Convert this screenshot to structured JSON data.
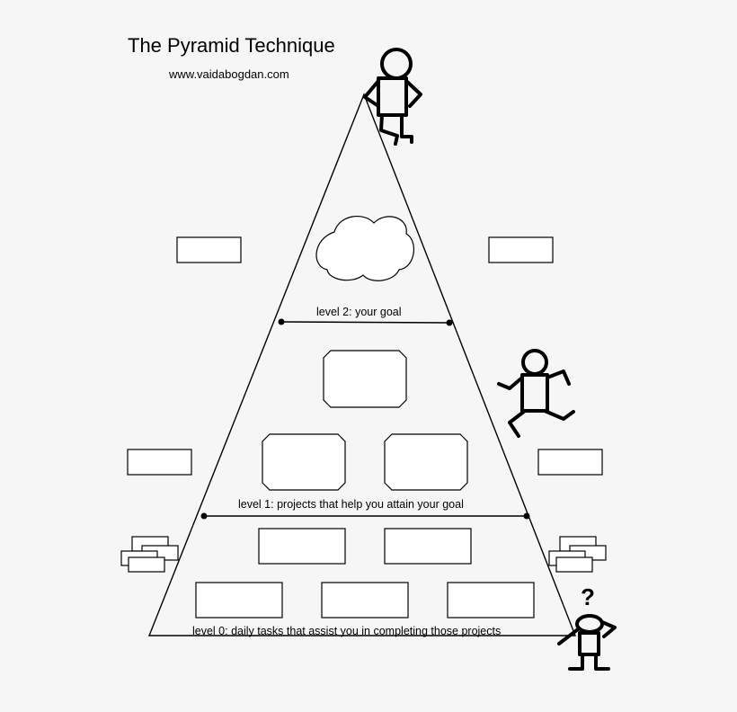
{
  "title": "The Pyramid Technique",
  "url": "www.vaidabogdan.com",
  "levels": {
    "level2": "level 2: your goal",
    "level1": "level 1: projects that help you attain your goal",
    "level0": "level 0: daily tasks that assist you in completing those projects"
  },
  "question_mark": "?",
  "colors": {
    "background": "#f6f6f6",
    "stroke": "#000000",
    "box_fill": "#ffffff"
  },
  "icons": {
    "goal": "cloud-icon",
    "top_figure": "stick-figure-standing-icon",
    "middle_figure": "stick-figure-climbing-icon",
    "bottom_figure": "stick-figure-thinking-icon"
  }
}
